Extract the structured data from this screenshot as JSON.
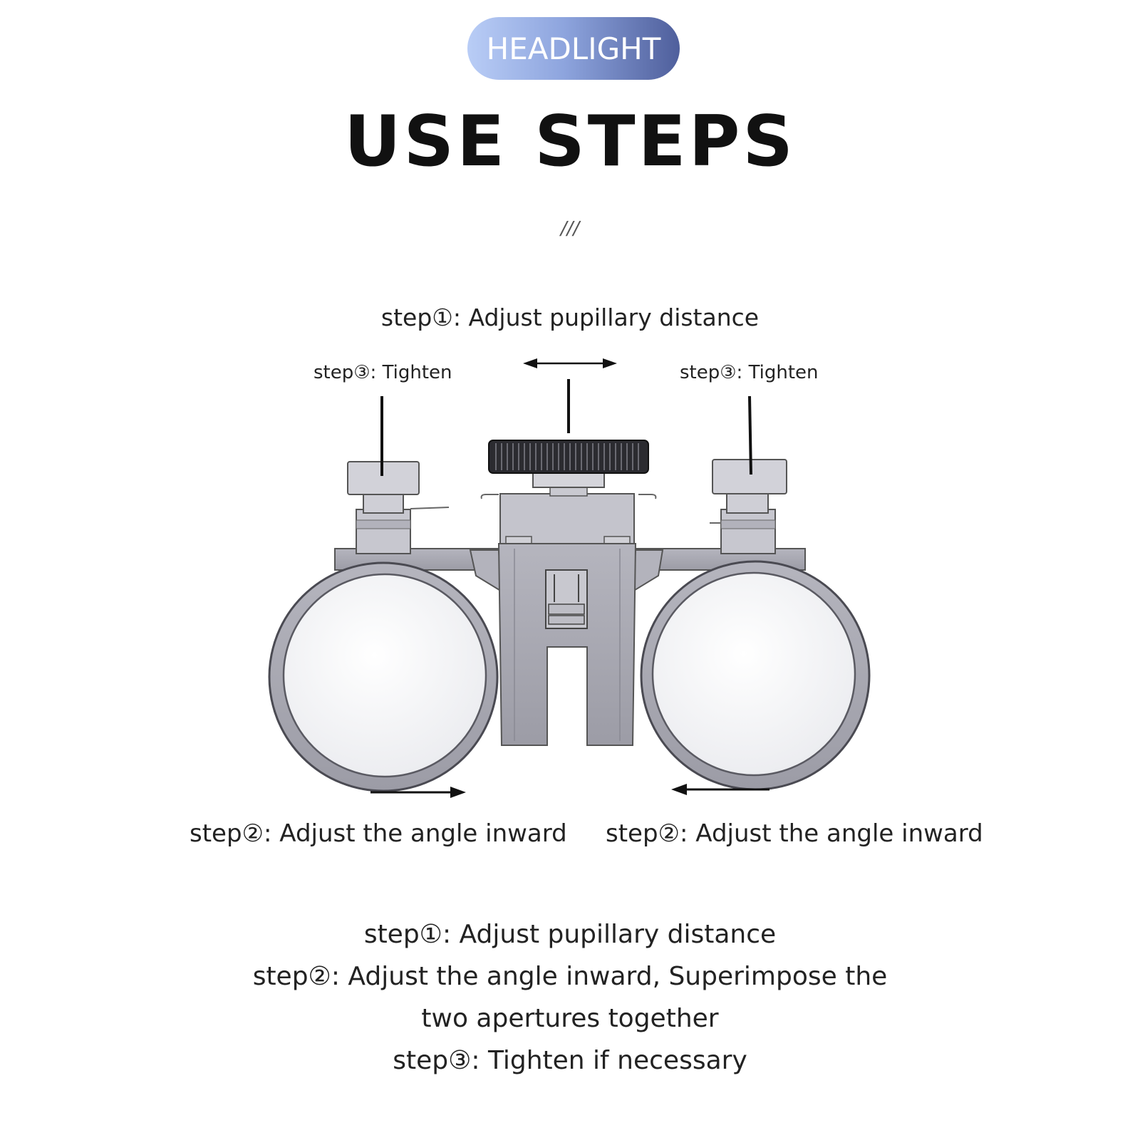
{
  "header": {
    "badge": "HEADLIGHT",
    "title": "USE STEPS",
    "divider": "///"
  },
  "diagram": {
    "step1_label": "step①: Adjust pupillary distance",
    "step3_left_label": "step③: Tighten",
    "step3_right_label": "step③: Tighten",
    "step2_left_label": "step②: Adjust the angle inward",
    "step2_right_label": "step②: Adjust the angle inward"
  },
  "summary": {
    "line1": "step①: Adjust pupillary distance",
    "line2": "step②: Adjust the angle inward, Superimpose the",
    "line3": "two apertures together",
    "line4": "step③: Tighten if necessary"
  },
  "colors": {
    "badge_start": "#b9cdf6",
    "badge_end": "#4f5f9c",
    "metal": "#a9a9b3",
    "lens": "#f4f5f7"
  }
}
